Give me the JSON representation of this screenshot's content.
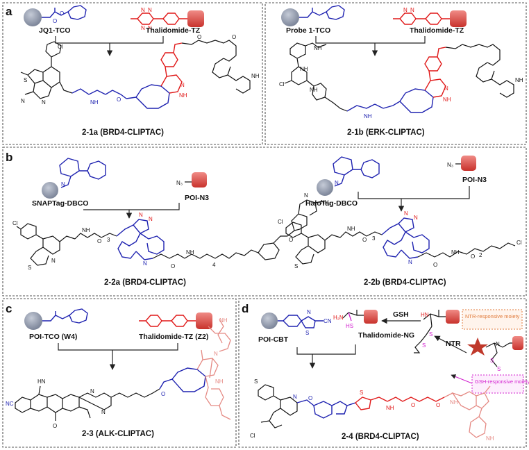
{
  "panels": {
    "a": {
      "letter": "a",
      "left": {
        "reagent_1": "JQ1-TCO",
        "reagent_2": "Thalidomide-TZ",
        "product": "2-1a (BRD4-CLIPTAC)"
      },
      "right": {
        "reagent_1": "Probe 1-TCO",
        "reagent_2": "Thalidomide-TZ",
        "product": "2-1b (ERK-CLIPTAC)"
      }
    },
    "b": {
      "letter": "b",
      "left": {
        "reagent_1": "SNAPTag-DBCO",
        "reagent_2": "POI-N3",
        "product": "2-2a (BRD4-CLIPTAC)"
      },
      "right": {
        "reagent_1": "HaloTag-DBCO",
        "reagent_2": "POI-N3",
        "product": "2-2b (BRD4-CLIPTAC)"
      }
    },
    "c": {
      "letter": "c",
      "reagent_1": "POI-TCO (W4)",
      "reagent_2": "Thalidomide-TZ (Z2)",
      "product": "2-3 (ALK-CLIPTAC)"
    },
    "d": {
      "letter": "d",
      "reagent_1": "POI-CBT",
      "reagent_2": "Thalidomide-NG",
      "gsh_label": "GSH",
      "ntr_label": "NTR",
      "ntr_note": "NTR-responsive moiety",
      "gsh_note": "GSH-responsive moiety",
      "product": "2-4 (BRD4-CLIPTAC)"
    }
  },
  "atoms": {
    "N3": "N₃",
    "N": "N",
    "NH": "NH",
    "NH2": "NH₂",
    "O": "O",
    "S": "S",
    "Cl": "Cl",
    "CN": "CN",
    "NC": "NC",
    "HN": "HN",
    "H2N": "H₂N",
    "HS": "HS",
    "sub3": "3",
    "sub2": "2",
    "sub4": "4"
  },
  "colors": {
    "protein_gray": "#8a93a6",
    "poi_red": "#e45a55",
    "blue": "#1e22b0",
    "red": "#e01818",
    "pink": "#e58a84",
    "magenta": "#d21fcf",
    "ntr_orange": "#e07a3a"
  }
}
